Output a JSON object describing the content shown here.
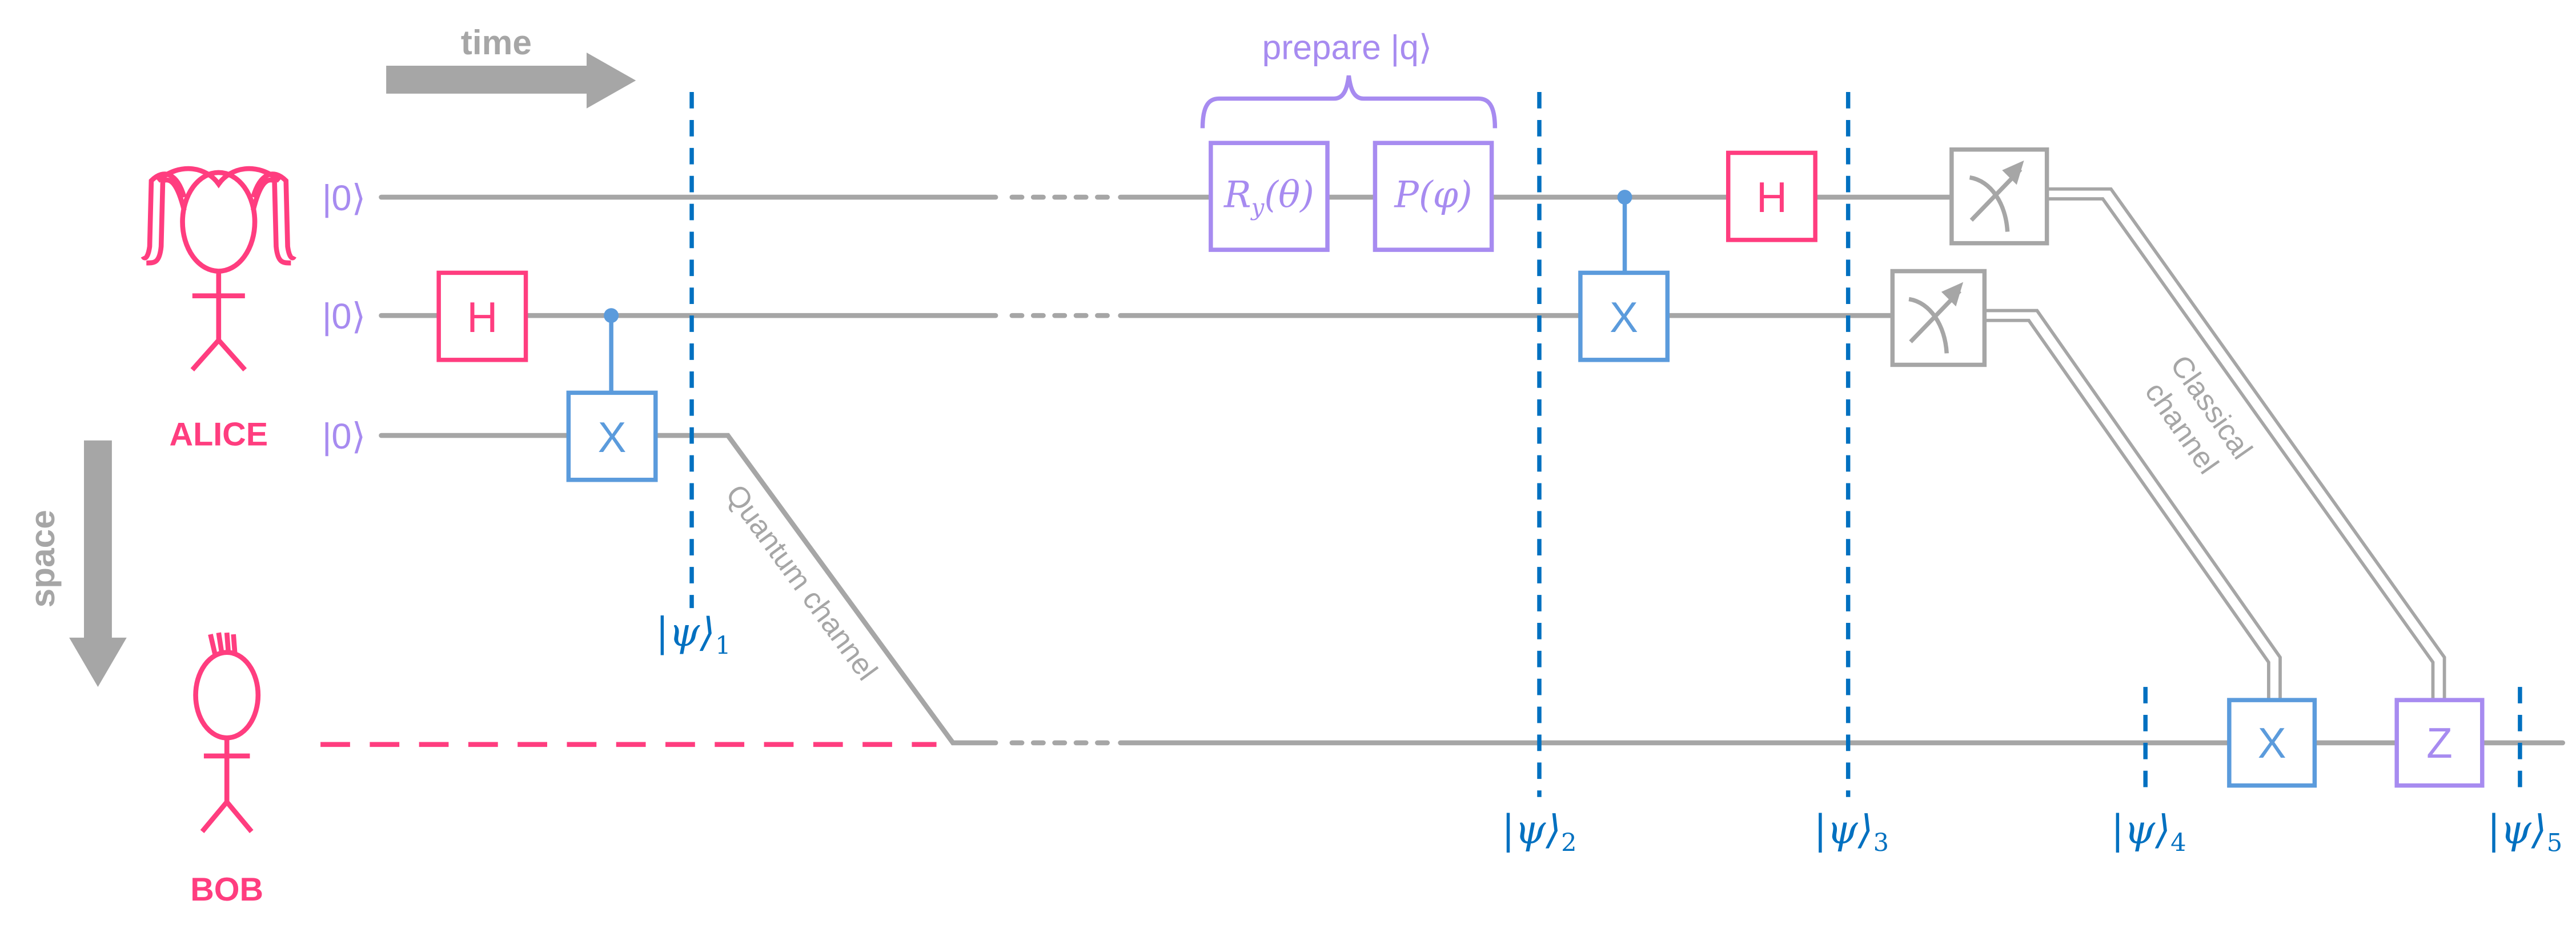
{
  "colors": {
    "alice_pink": "#ff3d7f",
    "gate_blue": "#5b9bdc",
    "barrier_blue": "#0070c0",
    "prep_purple": "#a78bf0",
    "wire_gray": "#a6a6a6"
  },
  "axes": {
    "time_label": "time",
    "space_label": "space"
  },
  "parties": {
    "alice": "ALICE",
    "bob": "BOB"
  },
  "qubits": {
    "q0_init": "|0⟩",
    "q1_init": "|0⟩",
    "q2_init": "|0⟩"
  },
  "gates": {
    "h_q1": "H",
    "cnot_q1_q2_target": "X",
    "prep_ry": "R",
    "prep_ry_sub": "y",
    "prep_ry_arg": "(θ)",
    "prep_p": "P(φ)",
    "cnot_q0_q1_target": "X",
    "h_q0": "H",
    "bob_x": "X",
    "bob_z": "Z"
  },
  "annotations": {
    "prepare": "prepare |q⟩",
    "quantum_channel": "Quantum channel",
    "classical_channel_line1": "Classical",
    "classical_channel_line2": "channel"
  },
  "states": [
    {
      "label": "|ψ⟩",
      "sub": "1"
    },
    {
      "label": "|ψ⟩",
      "sub": "2"
    },
    {
      "label": "|ψ⟩",
      "sub": "3"
    },
    {
      "label": "|ψ⟩",
      "sub": "4"
    },
    {
      "label": "|ψ⟩",
      "sub": "5"
    }
  ]
}
